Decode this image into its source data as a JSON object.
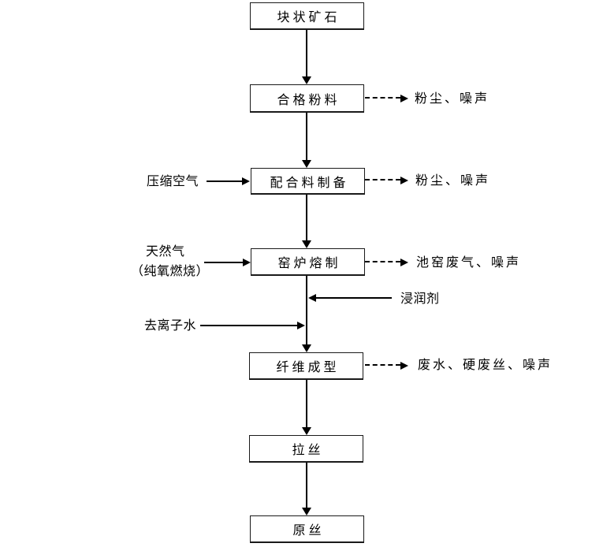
{
  "diagram": {
    "colors": {
      "background": "#ffffff",
      "line": "#000000",
      "text": "#000000",
      "box_border": "#1a1a1a",
      "box_fill": "#ffffff"
    },
    "nodes": [
      {
        "label": "块状矿石"
      },
      {
        "label": "合格粉料"
      },
      {
        "label": "配合料制备"
      },
      {
        "label": "窑炉熔制"
      },
      {
        "label": "纤维成型"
      },
      {
        "label": "拉丝"
      },
      {
        "label": "原丝"
      }
    ],
    "inputs": [
      {
        "label": "压缩空气",
        "target": "配合料制备",
        "side": "left",
        "arrow_style": "solid"
      },
      {
        "label": "天然气",
        "label2": "（纯氧燃烧）",
        "target": "窑炉熔制",
        "side": "left",
        "arrow_style": "solid"
      },
      {
        "label": "去离子水",
        "target": "纤维成型",
        "side": "left",
        "arrow_style": "solid"
      },
      {
        "label": "浸润剂",
        "target": "纤维成型",
        "side": "right",
        "arrow_style": "solid"
      }
    ],
    "emissions": [
      {
        "label": "粉尘、噪声",
        "source": "合格粉料",
        "arrow_style": "dashed"
      },
      {
        "label": "粉尘、噪声",
        "source": "配合料制备",
        "arrow_style": "dashed"
      },
      {
        "label": "池窑废气、噪声",
        "source": "窑炉熔制",
        "arrow_style": "dashed"
      },
      {
        "label": "废水、硬废丝、噪声",
        "source": "纤维成型",
        "arrow_style": "dashed"
      }
    ]
  }
}
